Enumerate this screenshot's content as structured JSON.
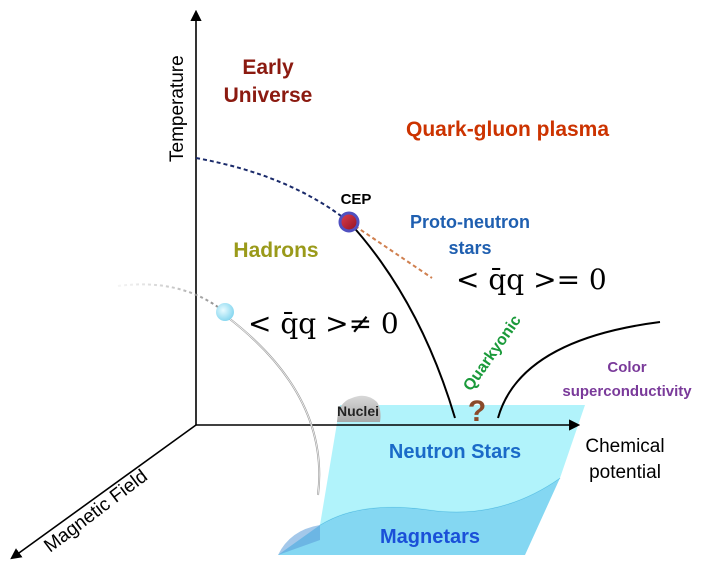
{
  "axes": {
    "temperature": "Temperature",
    "chemical_potential_line1": "Chemical",
    "chemical_potential_line2": "potential",
    "magnetic_field": "Magnetic Field"
  },
  "regions": {
    "early_universe_line1": "Early",
    "early_universe_line2": "Universe",
    "quark_gluon_plasma": "Quark-gluon plasma",
    "hadrons": "Hadrons",
    "proto_neutron_line1": "Proto-neutron",
    "proto_neutron_line2": "stars",
    "quarkyonic": "Quarkyonic",
    "color_sc_line1": "Color",
    "color_sc_line2": "superconductivity",
    "nuclei": "Nuclei",
    "neutron_stars": "Neutron Stars",
    "magnetars": "Magnetars",
    "question_mark": "?"
  },
  "points": {
    "cep": "CEP"
  },
  "condensates": {
    "zero": "< q̄q >= 0",
    "nonzero": "< q̄q >≠ 0"
  },
  "colors": {
    "early_universe": "#8b1a10",
    "quark_gluon_plasma": "#cc3300",
    "hadrons": "#9a9a1a",
    "proto_neutron": "#1f5fb0",
    "quarkyonic": "#1a9a3a",
    "color_sc": "#7a3a9a",
    "question_mark": "#8a4a2a",
    "neutron_stars": "#1a6ac8",
    "magnetars": "#1a50d8",
    "cep_fill": "#b02028",
    "cep_ring": "#5050c0",
    "sheet_light": "#a8f2fb",
    "sheet_dark": "#6fd0f0"
  }
}
